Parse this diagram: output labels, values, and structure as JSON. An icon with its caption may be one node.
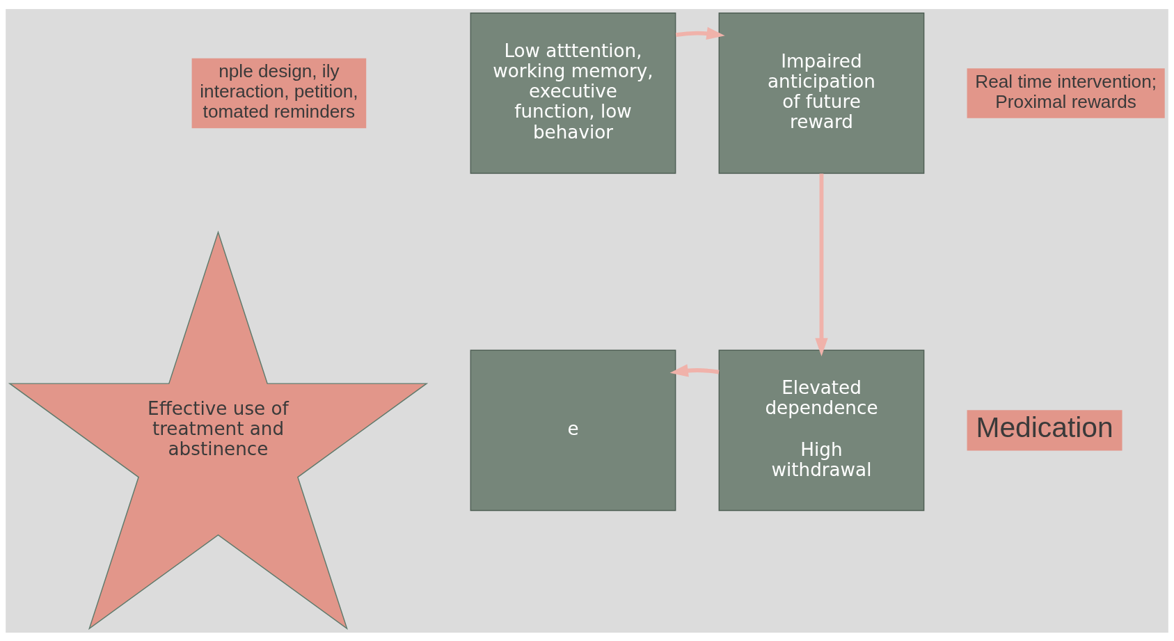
{
  "diagram": {
    "nodes": [
      {
        "text": [
          "nple design, ily interaction, petition, tomated reminders"
        ]
      },
      {
        "text": [
          "Low atttention, working memory, executive function, low behavior"
        ]
      },
      {
        "text": [
          "Impaired anticipation of future reward"
        ]
      },
      {
        "text": [
          "Real time intervention; Proximal rewards"
        ]
      },
      {
        "text": [
          "e"
        ]
      },
      {
        "text": [
          "Elevated dependence",
          "High withdrawal"
        ]
      },
      {
        "text": [
          "Medication"
        ]
      },
      {
        "text": [
          "Effective use of treatment and abstinence"
        ]
      }
    ],
    "edges": [
      {
        "from": 1,
        "to": 2,
        "arrow": "to"
      },
      {
        "from": 2,
        "to": 5,
        "arrow": "to"
      },
      {
        "from": 5,
        "to": 4,
        "arrow": "to"
      }
    ]
  }
}
